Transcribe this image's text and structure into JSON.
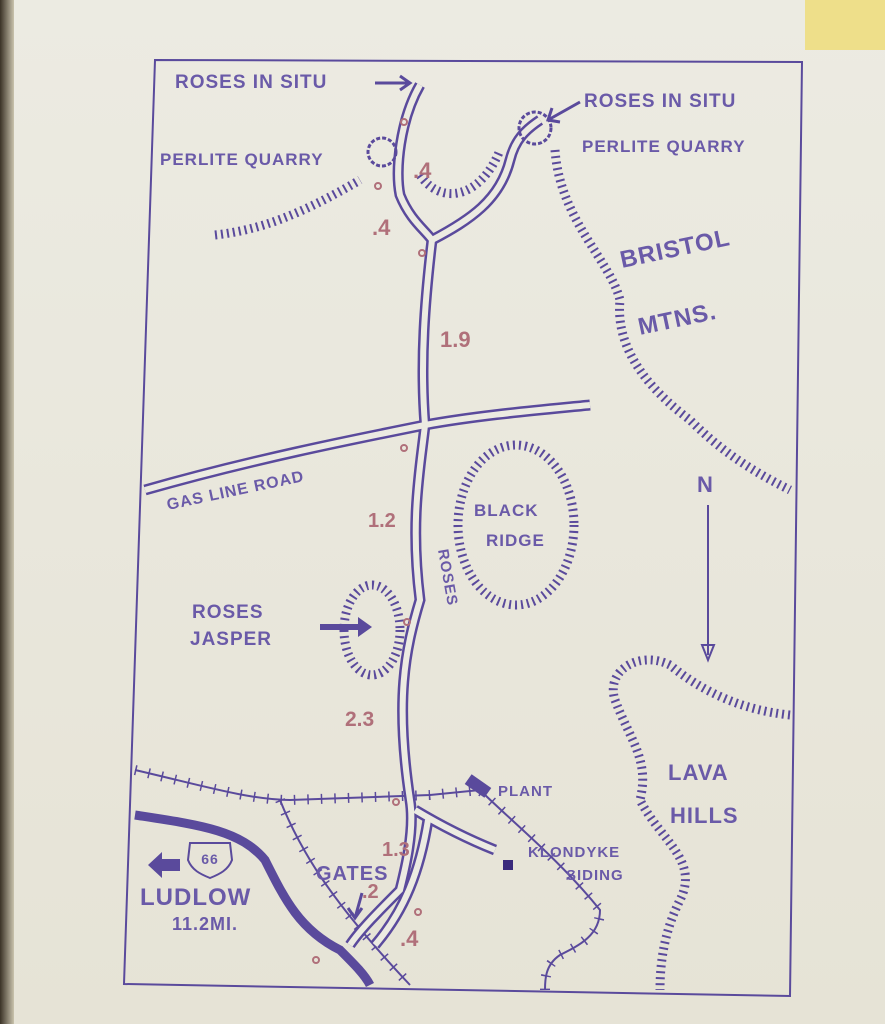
{
  "map": {
    "labels": {
      "roses_in_situ_left": "ROSES IN SITU",
      "roses_in_situ_right": "ROSES IN SITU",
      "perlite_quarry_left": "PERLITE QUARRY",
      "perlite_quarry_right": "PERLITE QUARRY",
      "bristol_1": "BRISTOL",
      "bristol_2": "MTNS.",
      "gas_line_road": "GAS LINE ROAD",
      "black_1": "BLACK",
      "black_2": "RIDGE",
      "roses_road": "ROSES",
      "roses_jasper_1": "ROSES",
      "roses_jasper_2": "JASPER",
      "north": "N",
      "lava_1": "LAVA",
      "lava_2": "HILLS",
      "plant": "PLANT",
      "klondyke_1": "KLONDYKE",
      "klondyke_2": "SIDING",
      "gates": "GATES",
      "route": "66",
      "ludlow": "LUDLOW",
      "ludlow_dist": "11.2MI."
    },
    "distances": [
      ".4",
      ".4",
      "1.9",
      "1.2",
      "2.3",
      "1.3",
      ".2",
      ".4"
    ],
    "colors": {
      "ink": "#5a4a9c",
      "mileage": "#b0707a",
      "paper": "#ecebe2"
    }
  }
}
